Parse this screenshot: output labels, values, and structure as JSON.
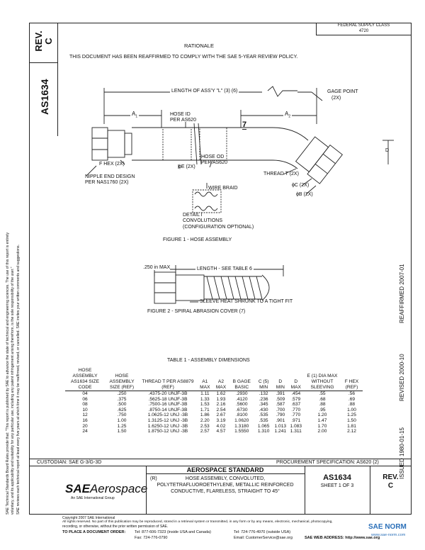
{
  "header": {
    "rev_label": "REV.",
    "rev_value": "C",
    "doc_number": "AS1634",
    "federal_supply_class_label": "FEDERAL SUPPLY CLASS",
    "federal_supply_class_value": "4720",
    "rationale_title": "RATIONALE",
    "rationale_text": "THIS DOCUMENT HAS BEEN REAFFIRMED TO COMPLY WITH THE SAE 5-YEAR REVIEW POLICY."
  },
  "legal_notice": {
    "line1": "SAE Technical Standards Board Rules provide that: \"This report is published by SAE to advance the state of technical and engineering sciences. The use of this report is entirely",
    "line2": "voluntary, and its applicability and suitability for any particular use, including any patent infringement arising therefrom, is the sole responsibility of the user.\"",
    "line3": "SAE reviews each technical report at least every five years at which time it may be reaffirmed, revised, or cancelled. SAE invites your written comments and suggestions."
  },
  "right_margin": {
    "reaffirmed": "REAFFIRMED 2007-01",
    "revised": "REVISED 2000-10",
    "issued": "ISSUED 1980-01-15"
  },
  "figure1": {
    "caption": "FIGURE 1 - HOSE ASSEMBLY",
    "length_label": "LENGTH OF ASS'Y \"L\" (3) (6)",
    "gage_point": "GAGE POINT",
    "gage_point_qty": "(2X)",
    "a1": "A",
    "a1_sub": "1",
    "a2": "A",
    "a2_sub": "2",
    "hose_id": "HOSE ID",
    "hose_id_ref": "PER AS620",
    "marker_7": "7",
    "hose_od": "HOSE OD",
    "hose_od_ref": "PER AS620",
    "f_hex": "F HEX (2X)",
    "e_dim": "ϕE (2X)",
    "nipple_end": "NIPPLE END DESIGN",
    "nipple_ref": "PER NAS1760 (2X)",
    "thread_t": "THREAD T (2X)",
    "phi_c": "ϕC (2X)",
    "phi_b": "ϕB (2X)",
    "d_dim": "D",
    "wire_braid": "WIRE BRAID",
    "detail_i": "DETAIL I",
    "convolutions": "CONVOLUTIONS",
    "config_optional": "(CONFIGURATION OPTIONAL)"
  },
  "figure2": {
    "caption": "FIGURE 2 - SPIRAL ABRASION COVER (7)",
    "max_250": ".250 in MAX",
    "length_table6": "LENGTH - SEE TABLE 6",
    "sleeve": "SLEEVE HEAT SHRUNK TO A TIGHT FIT"
  },
  "table1": {
    "title": "TABLE 1 - ASSEMBLY DIMENSIONS",
    "headers": [
      "HOSE ASSEMBLY AS1634 SIZE CODE",
      "HOSE ASSEMBLY SIZE (REF)",
      "THREAD T PER AS8879 (REF)",
      "A1 MAX",
      "A2 MAX",
      "B GAGE BASIC",
      "C (5) MIN",
      "D MIN",
      "D MAX",
      "E (1) DIA MAX WITHOUT SLEEVING",
      "F HEX (REF)"
    ],
    "rows": [
      [
        "04",
        ".250",
        ".4375-20 UNJF-3B",
        "1.11",
        "1.62",
        ".2930",
        ".132",
        ".391",
        ".454",
        ".55",
        ".56"
      ],
      [
        "06",
        ".375",
        ".5625-18 UNJF-3B",
        "1.33",
        "1.93",
        ".4120",
        ".236",
        ".509",
        ".579",
        ".68",
        ".69"
      ],
      [
        "08",
        ".500",
        ".7500-16 UNJF-3B",
        "1.53",
        "2.16",
        ".5600",
        ".345",
        ".587",
        ".637",
        ".88",
        ".88"
      ],
      [
        "10",
        ".625",
        ".8750-14 UNJF-3B",
        "1.71",
        "2.54",
        ".6730",
        ".430",
        ".700",
        ".770",
        ".95",
        "1.00"
      ],
      [
        "12",
        ".750",
        "1.0625-12 UNJ -3B",
        "1.86",
        "2.67",
        ".8100",
        ".535",
        ".790",
        ".770",
        "1.20",
        "1.25"
      ],
      [
        "16",
        "1.00",
        "1.3125-12 UNJ -3B",
        "2.20",
        "3.19",
        "1.0620",
        ".535",
        ".901",
        ".971",
        "1.47",
        "1.50"
      ],
      [
        "20",
        "1.25",
        "1.6250-12 UNJ -3B",
        "2.53",
        "4.02",
        "1.3180",
        "1.065",
        "1.013",
        "1.083",
        "1.70",
        "1.81"
      ],
      [
        "24",
        "1.50",
        "1.8750-12 UNJ -3B",
        "2.57",
        "4.57",
        "1.5550",
        "1.310",
        "1.241",
        "1.311",
        "2.00",
        "2.12"
      ]
    ]
  },
  "footer": {
    "custodian": "CUSTODIAN:  SAE G-3/G-3D",
    "procurement_spec": "PROCUREMENT SPECIFICATION:  AS620 (2)",
    "logo_sae": "SAE",
    "logo_aerospace": "Aerospace",
    "logo_tagline": "An SAE International Group",
    "aerospace_standard": "AEROSPACE STANDARD",
    "title_prefix": "(R)",
    "title_line1": "HOSE ASSEMBLY, CONVOLUTED,",
    "title_line2": "POLYTETRAFLUOROETHYLENE, METALLIC REINFORCED",
    "title_line3": "CONDUCTIVE, FLARELESS, STRAIGHT TO 45°",
    "doc_number": "AS1634",
    "sheet": "SHEET 1 OF 3",
    "rev_label": "REV.",
    "rev_value": "C",
    "copyright": "Copyright 2007 SAE International",
    "rights": "All rights reserved. No part of this publication may be reproduced, stored in a retrieval system or transmitted, in any form or by any means, electronic, mechanical, photocopying,",
    "rights2": "recording, or otherwise, without the prior written permission of SAE.",
    "order_label": "TO PLACE A DOCUMENT ORDER:",
    "tel1": "Tel:  877-606-7323 (inside USA and Canada)",
    "tel2": "Tel:  724-776-4970 (outside USA)",
    "fax": "Fax:  724-776-0790",
    "email": "Email:  CustomerService@sae.org",
    "web": "SAE WEB ADDRESS:  http://www.sae.org",
    "watermark_brand": "SAE NORM",
    "watermark_url": "www.sae-norm.com"
  }
}
